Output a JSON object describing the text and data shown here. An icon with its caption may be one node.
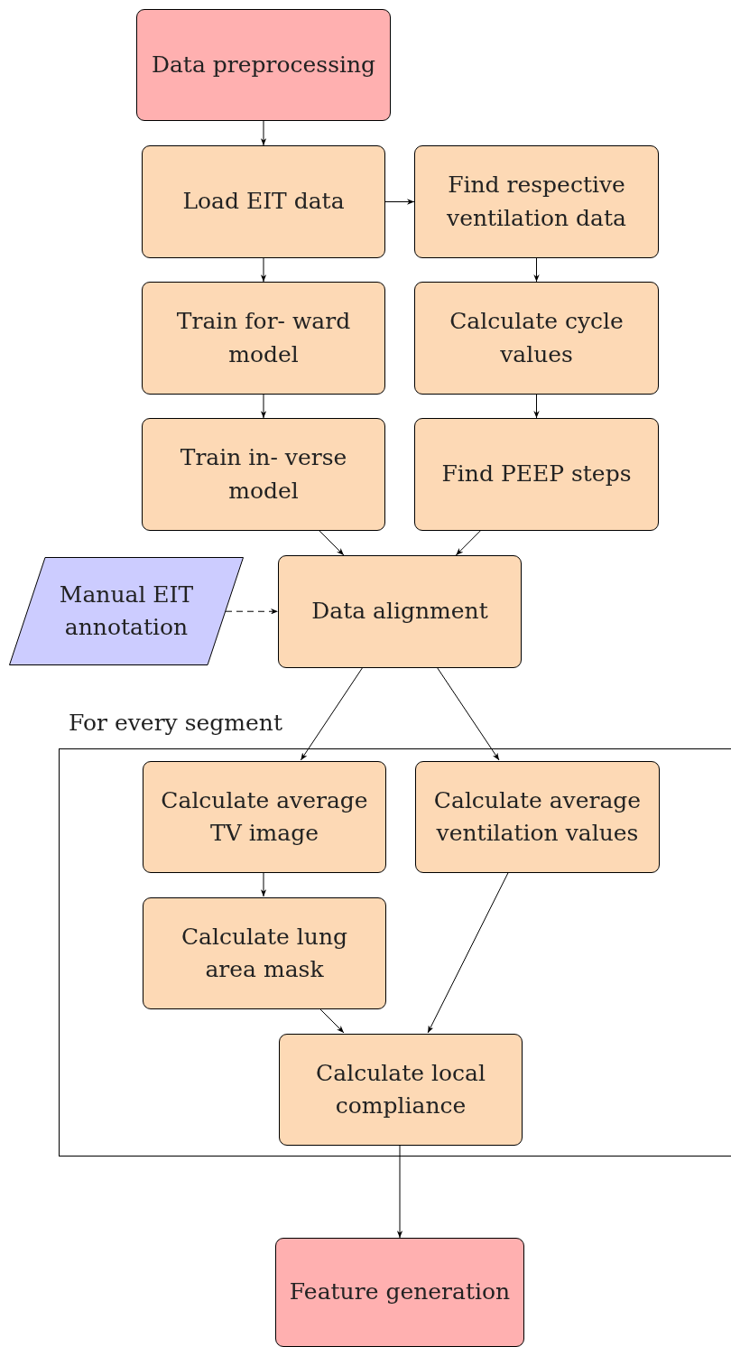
{
  "diagram": {
    "nodes": [
      {
        "text": [
          "Data preprocessing"
        ]
      },
      {
        "text": [
          "Load EIT data"
        ]
      },
      {
        "text": [
          "Find respective ventilation data"
        ]
      },
      {
        "text": [
          "Train for- ward model"
        ]
      },
      {
        "text": [
          "Calculate cycle values"
        ]
      },
      {
        "text": [
          "Train in- verse model"
        ]
      },
      {
        "text": [
          "Find PEEP steps"
        ]
      },
      {
        "text": [
          "Manual EIT annotation"
        ]
      },
      {
        "text": [
          "Data alignment"
        ]
      },
      {
        "text": [
          "For every segment"
        ]
      },
      {
        "text": [
          "Calculate average TV image"
        ],
        "in": 9
      },
      {
        "text": [
          "Calculate average ventilation values"
        ],
        "in": 9
      },
      {
        "text": [
          "Calculate lung area mask"
        ],
        "in": 9
      },
      {
        "text": [
          "Calculate local compliance"
        ],
        "in": 9
      },
      {
        "text": [
          "Feature generation"
        ]
      }
    ],
    "edges": [
      {
        "from": 0,
        "to": 1,
        "arrow": "to"
      },
      {
        "from": 1,
        "to": 2,
        "arrow": "to"
      },
      {
        "from": 1,
        "to": 3,
        "arrow": "to"
      },
      {
        "from": 2,
        "to": 4,
        "arrow": "to"
      },
      {
        "from": 3,
        "to": 5,
        "arrow": "to"
      },
      {
        "from": 4,
        "to": 6,
        "arrow": "to"
      },
      {
        "from": 5,
        "to": 8,
        "arrow": "to"
      },
      {
        "from": 6,
        "to": 8,
        "arrow": "to"
      },
      {
        "from": 7,
        "to": 8,
        "arrow": "to",
        "style": "dashed"
      },
      {
        "from": 8,
        "to": 10,
        "arrow": "to"
      },
      {
        "from": 8,
        "to": 11,
        "arrow": "to"
      },
      {
        "from": 10,
        "to": 12,
        "arrow": "to"
      },
      {
        "from": 12,
        "to": 13,
        "arrow": "to"
      },
      {
        "from": 11,
        "to": 13,
        "arrow": "to"
      },
      {
        "from": 13,
        "to": 14,
        "arrow": "to"
      }
    ]
  }
}
